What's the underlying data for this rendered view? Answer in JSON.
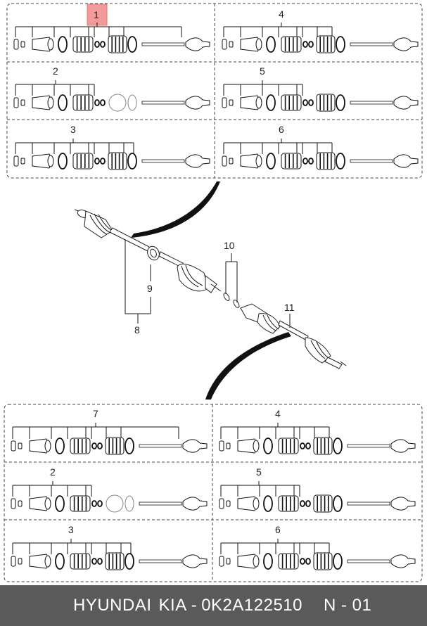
{
  "colors": {
    "highlight": "#f39a9a",
    "footer_bg": "#5a5a5a",
    "footer_text": "#ffffff",
    "line": "#1a1a1a"
  },
  "top_group": {
    "labels": [
      "1",
      "4",
      "2",
      "5",
      "3",
      "6"
    ]
  },
  "center_assembly": {
    "labels": [
      "10",
      "9",
      "11",
      "8"
    ]
  },
  "bottom_group": {
    "labels": [
      "7",
      "4",
      "2",
      "5",
      "3",
      "6"
    ]
  },
  "footer": {
    "brand": "HYUNDAI",
    "model": "KIA",
    "part_number": "0K2A122510",
    "page": "N - 01"
  }
}
